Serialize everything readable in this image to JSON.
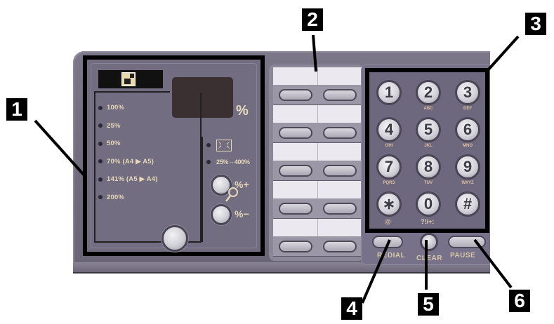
{
  "callouts": [
    {
      "id": "1",
      "label": "1"
    },
    {
      "id": "2",
      "label": "2"
    },
    {
      "id": "3",
      "label": "3"
    },
    {
      "id": "4",
      "label": "4"
    },
    {
      "id": "5",
      "label": "5"
    },
    {
      "id": "6",
      "label": "6"
    }
  ],
  "zoom_panel": {
    "percent_symbol": "%",
    "presets": [
      {
        "label": "100%"
      },
      {
        "label": "25%"
      },
      {
        "label": "50%"
      },
      {
        "label": "70%  (A4 ▶ A5)"
      },
      {
        "label": "141% (A5 ▶ A4)"
      },
      {
        "label": "200%"
      }
    ],
    "side_options": {
      "fit_icon": "fit-to-page-icon",
      "range_label": "25%⇔400%"
    },
    "zoom_in_label": "%+",
    "zoom_out_label": "%−"
  },
  "onetouch": {
    "rows": 5,
    "buttons_per_row": 2
  },
  "keypad": {
    "keys": [
      {
        "digit": "1",
        "letters": ""
      },
      {
        "digit": "2",
        "letters": "ABC"
      },
      {
        "digit": "3",
        "letters": "DEF"
      },
      {
        "digit": "4",
        "letters": "GHI"
      },
      {
        "digit": "5",
        "letters": "JKL"
      },
      {
        "digit": "6",
        "letters": "MNO"
      },
      {
        "digit": "7",
        "letters": "PQRS"
      },
      {
        "digit": "8",
        "letters": "TUV"
      },
      {
        "digit": "9",
        "letters": "WXYZ"
      },
      {
        "digit": "∗",
        "letters": "@"
      },
      {
        "digit": "0",
        "letters": "?!/+:"
      },
      {
        "digit": "#",
        "letters": ""
      }
    ]
  },
  "bottom_buttons": {
    "redial": "REDIAL",
    "clear": "CLEAR",
    "pause": "PAUSE"
  },
  "colors": {
    "panel": "#726d80",
    "label_text": "#e6d7b8",
    "callout_bg": "#000000",
    "callout_text": "#ffffff"
  }
}
